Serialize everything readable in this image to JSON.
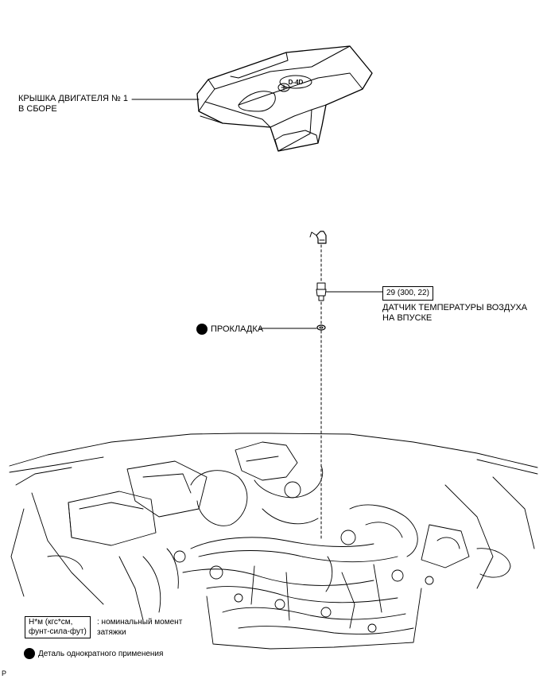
{
  "labels": {
    "engine_cover_line1": "КРЫШКА ДВИГАТЕЛЯ № 1",
    "engine_cover_line2": "В СБОРЕ",
    "torque_value": "29 (300, 22)",
    "sensor_line1": "ДАТЧИК ТЕМПЕРАТУРЫ ВОЗДУХА",
    "sensor_line2": "НА ВПУСКЕ",
    "gasket": "ПРОКЛАДКА",
    "cover_logo": "D-4D"
  },
  "legend": {
    "torque_units_line1": "Н*м (кгс*см,",
    "torque_units_line2": "фунт-сила-фут)",
    "torque_desc_line1": ": номинальный момент",
    "torque_desc_line2": "затяжки",
    "single_use": "Деталь однократного применения"
  },
  "corner_code": "P"
}
